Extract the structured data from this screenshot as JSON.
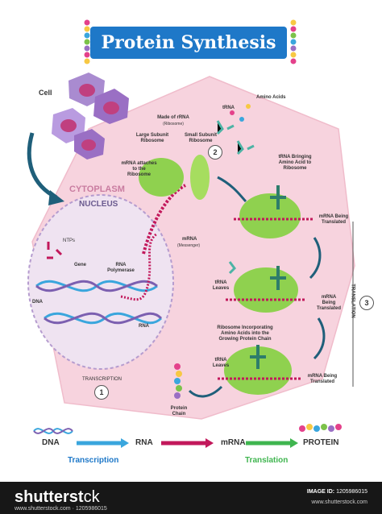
{
  "title": "Protein Synthesis",
  "labels": {
    "cell": "Cell",
    "cytoplasm": "CYTOPLASM",
    "nucleus": "NUCLEUS",
    "ntps": "NTPs",
    "gene": "Gene",
    "rna_polymerase": "RNA Polymerase",
    "dna": "DNA",
    "rna": "RNA",
    "transcription_small": "TRANSCRIPTION",
    "step1": "1",
    "made_of_rrna": "Made of rRNA",
    "ribosome_paren": "(Ribosome)",
    "large_subunit": "Large Subunit Ribosome",
    "small_subunit": "Small Subunit Ribosome",
    "mrna_attaches": "mRNA attaches to the Ribosome",
    "step2": "2",
    "mrna_messenger": "mRNA",
    "messenger_paren": "(Messenger)",
    "trna_top": "tRNA",
    "amino_acids": "Amino Acids",
    "trna_bringing": "tRNA Bringing Amino Acid to Ribosome",
    "mrna_translated_1": "mRNA Being Translated",
    "trna_leaves_1": "tRNA Leaves",
    "mrna_translated_2": "mRNA Being Translated",
    "ribosome_incorporating": "Ribosome Incorporating Amino Acids into the Growing Protein Chain",
    "trna_leaves_2": "tRNA Leaves",
    "mrna_translated_3": "mRNA Being Translated",
    "protein_chain": "Protein Chain",
    "translation_vertical": "TRANSLATION",
    "step3": "3"
  },
  "flow": {
    "dna": "DNA",
    "rna": "RNA",
    "mrna": "mRNA",
    "protein": "PROTEIN",
    "transcription": "Transcription",
    "translation": "Translation"
  },
  "footer": {
    "brand_a": "shutterst",
    "brand_b": "ck",
    "url": "www.shutterstock.com · 1205986015",
    "image_id_label": "IMAGE ID:",
    "image_id": "1205986015",
    "copyright": "www.shutterstock.com"
  },
  "colors": {
    "title_bg": "#1e78c8",
    "cytoplasm": "#f7d3de",
    "nucleus": "#efe3f1",
    "ribosome": "#8fd14f",
    "trna": "#4db3a5",
    "mrna": "#c2185b",
    "dna_blue": "#3aa6dd",
    "cell_purple": "#9a6fc4"
  }
}
